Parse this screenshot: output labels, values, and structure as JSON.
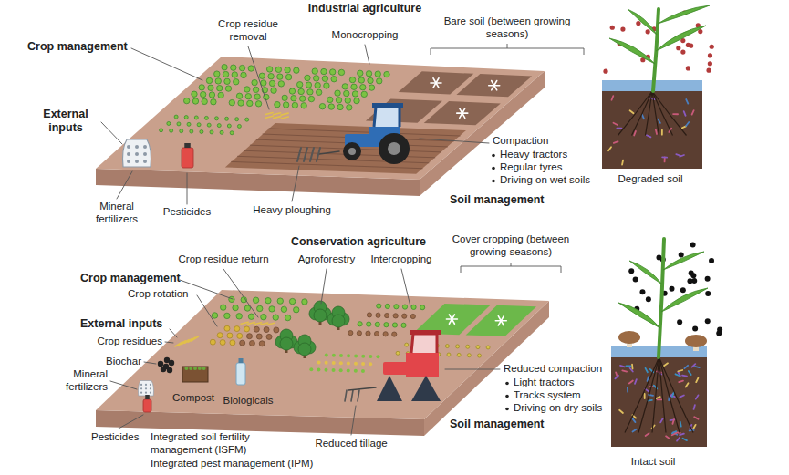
{
  "diagram": {
    "labels": [
      "Industrial agriculture",
      "Crop residue removal",
      "Monocropping",
      "Bare soil (between growing seasons)",
      "Crop management",
      "External inputs",
      "Compaction",
      "Heavy tractors",
      "Regular tyres",
      "Driving on wet soils",
      "Soil management",
      "Mineral fertilizers",
      "Pesticides",
      "Heavy ploughing",
      "Degraded soil",
      "Conservation agriculture",
      "Crop residue return",
      "Agroforestry",
      "Intercropping",
      "Cover cropping (between growing seasons)",
      "Crop management",
      "Crop rotation",
      "External inputs",
      "Crop residues",
      "Biochar",
      "Mineral fertilizers",
      "Compost",
      "Biologicals",
      "Reduced compaction",
      "Light tractors",
      "Tracks system",
      "Driving on dry soils",
      "Soil management",
      "Pesticides",
      "Integrated soil fertility management (ISFM)",
      "Integrated pest management (IPM)",
      "Reduced tillage",
      "Intact soil"
    ]
  }
}
